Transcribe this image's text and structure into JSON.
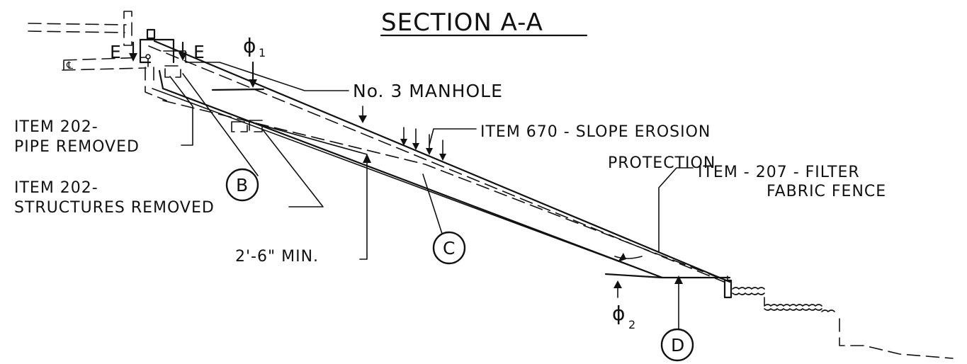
{
  "title": "SECTION A-A",
  "section_marks": {
    "left": "E",
    "right": "E"
  },
  "phi1": {
    "symbol": "ϕ",
    "subscript": "1"
  },
  "phi2": {
    "symbol": "ϕ",
    "subscript": "2"
  },
  "labels": {
    "manhole": "No. 3 MANHOLE",
    "pipe_removed_line1": "ITEM 202-",
    "pipe_removed_line2": "PIPE REMOVED",
    "structures_removed_line1": "ITEM 202-",
    "structures_removed_line2": "STRUCTURES REMOVED",
    "slope_erosion_line1": "ITEM 670 - SLOPE EROSION",
    "slope_erosion_line2": "PROTECTION",
    "filter_fence_line1": "ITEM - 207 - FILTER",
    "filter_fence_line2": "FABRIC FENCE",
    "min_depth": "2'-6\" MIN."
  },
  "callouts": {
    "b": "B",
    "c": "C",
    "d": "D"
  }
}
